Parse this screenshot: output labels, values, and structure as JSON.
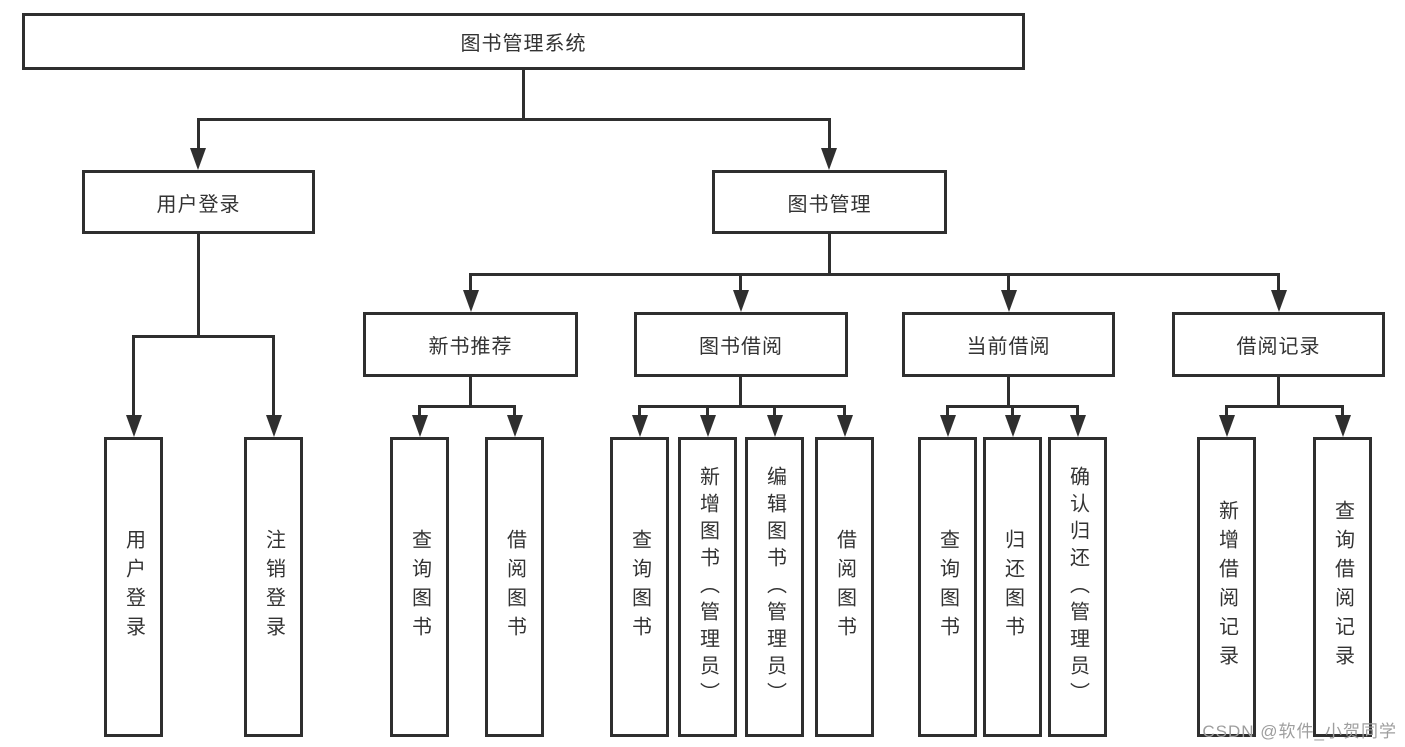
{
  "diagram": {
    "title": "图书管理系统",
    "colors": {
      "line": "#2f2f2f",
      "text": "#333333",
      "background": "#ffffff",
      "watermark": "#9e9e9e"
    },
    "nodes": {
      "root": {
        "label": "图书管理系统"
      },
      "user_login": {
        "label": "用户登录"
      },
      "book_mgmt": {
        "label": "图书管理"
      },
      "new_book_rec": {
        "label": "新书推荐"
      },
      "book_borrow": {
        "label": "图书借阅"
      },
      "current_borrow": {
        "label": "当前借阅"
      },
      "borrow_record": {
        "label": "借阅记录"
      },
      "leaf_user_login": {
        "label": "用户登录"
      },
      "leaf_logout": {
        "label": "注销登录"
      },
      "leaf_rec_query": {
        "label": "查询图书"
      },
      "leaf_rec_borrow": {
        "label": "借阅图书"
      },
      "leaf_bb_query": {
        "label": "查询图书"
      },
      "leaf_bb_add": {
        "label": "新增图书（管理员）"
      },
      "leaf_bb_edit": {
        "label": "编辑图书（管理员）"
      },
      "leaf_bb_borrow": {
        "label": "借阅图书"
      },
      "leaf_cb_query": {
        "label": "查询图书"
      },
      "leaf_cb_return": {
        "label": "归还图书"
      },
      "leaf_cb_confirm": {
        "label": "确认归还（管理员）"
      },
      "leaf_br_add": {
        "label": "新增借阅记录"
      },
      "leaf_br_query": {
        "label": "查询借阅记录"
      }
    },
    "structure": [
      {
        "parent": "图书管理系统",
        "children": [
          "用户登录",
          "图书管理"
        ]
      },
      {
        "parent": "用户登录",
        "children": [
          "用户登录",
          "注销登录"
        ]
      },
      {
        "parent": "图书管理",
        "children": [
          "新书推荐",
          "图书借阅",
          "当前借阅",
          "借阅记录"
        ]
      },
      {
        "parent": "新书推荐",
        "children": [
          "查询图书",
          "借阅图书"
        ]
      },
      {
        "parent": "图书借阅",
        "children": [
          "查询图书",
          "新增图书（管理员）",
          "编辑图书（管理员）",
          "借阅图书"
        ]
      },
      {
        "parent": "当前借阅",
        "children": [
          "查询图书",
          "归还图书",
          "确认归还（管理员）"
        ]
      },
      {
        "parent": "借阅记录",
        "children": [
          "新增借阅记录",
          "查询借阅记录"
        ]
      }
    ],
    "watermark": "CSDN @软件_小贺同学"
  }
}
